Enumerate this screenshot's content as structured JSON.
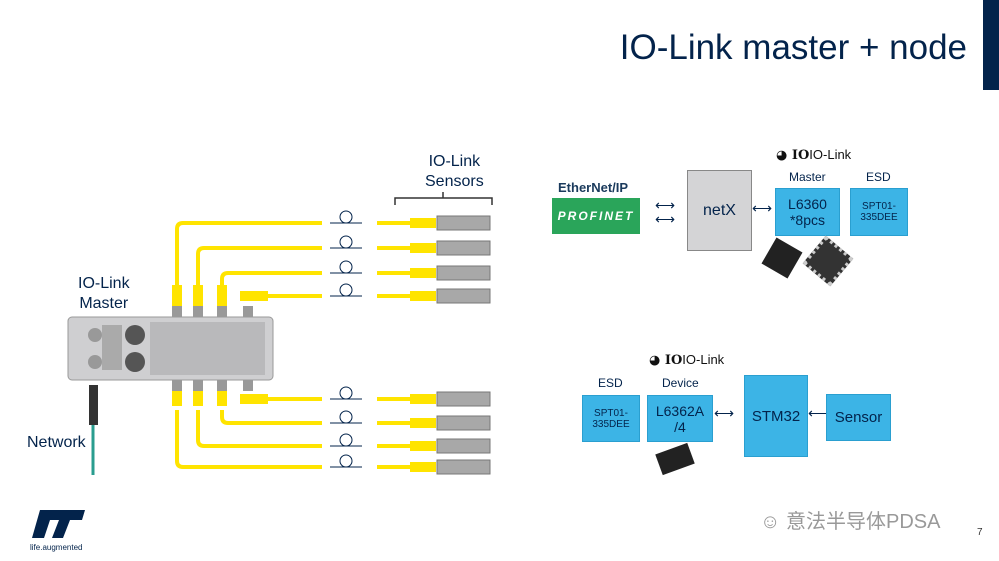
{
  "slide": {
    "title": "IO-Link master + node",
    "page_number": "7",
    "watermark": "意法半导体PDSA",
    "tagline": "life.augmented"
  },
  "colors": {
    "navy": "#03234b",
    "block_blue": "#3cb4e6",
    "cable_yellow": "#ffe400",
    "network_teal": "#2a9d8f",
    "netx_gray": "#d4d4d6"
  },
  "left_diagram": {
    "sensors_label": "IO-Link\nSensors",
    "master_label": "IO-Link\nMaster",
    "network_label": "Network",
    "sensor_count": 8
  },
  "master_diagram": {
    "iolink_logo": "IO-Link",
    "protocols": [
      "EtherNet/IP",
      "PROFINET"
    ],
    "netx": "netX",
    "master_heading": "Master",
    "master_chip": "L6360\n*8pcs",
    "esd_heading": "ESD",
    "esd_chip": "SPT01-\n335DEE"
  },
  "device_diagram": {
    "iolink_logo": "IO-Link",
    "esd_heading": "ESD",
    "esd_chip": "SPT01-\n335DEE",
    "device_heading": "Device",
    "device_chip": "L6362A\n/4",
    "mcu": "STM32",
    "sensor": "Sensor"
  }
}
